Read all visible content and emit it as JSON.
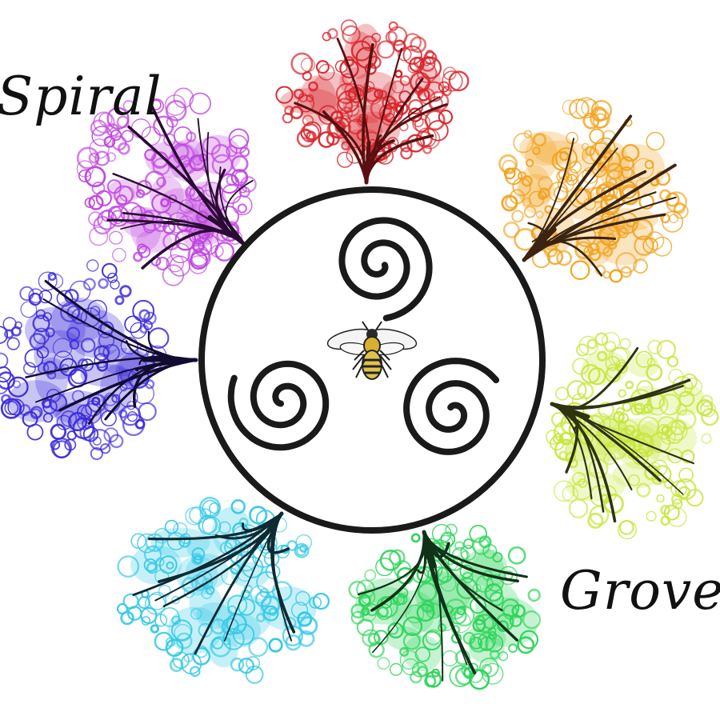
{
  "logo": {
    "word_top": "Spiral",
    "word_bottom": "Grove",
    "center_icon": "bee-icon",
    "symbol": "triskele-spiral-icon",
    "trees": [
      {
        "name": "red",
        "color": "#d8232a",
        "trunk": "#5a1010"
      },
      {
        "name": "orange",
        "color": "#f2a21e",
        "trunk": "#3b2410"
      },
      {
        "name": "lime",
        "color": "#c6e63a",
        "trunk": "#2f3310"
      },
      {
        "name": "green",
        "color": "#2ed45a",
        "trunk": "#103318"
      },
      {
        "name": "cyan",
        "color": "#33c8e6",
        "trunk": "#0e2a33"
      },
      {
        "name": "blue",
        "color": "#3a2ad8",
        "trunk": "#120c33"
      },
      {
        "name": "purple",
        "color": "#c045e0",
        "trunk": "#2a0c33"
      }
    ]
  }
}
